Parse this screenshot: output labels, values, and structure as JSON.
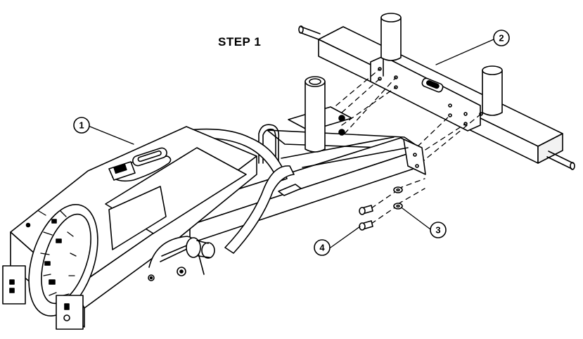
{
  "diagram": {
    "step_title": "STEP 1",
    "callouts": [
      {
        "id": "callout-1",
        "label": "1"
      },
      {
        "id": "callout-2",
        "label": "2"
      },
      {
        "id": "callout-3",
        "label": "3"
      },
      {
        "id": "callout-4",
        "label": "4"
      }
    ]
  },
  "colors": {
    "line": "#000000",
    "background": "#ffffff",
    "shade": "#d8d8d8"
  }
}
